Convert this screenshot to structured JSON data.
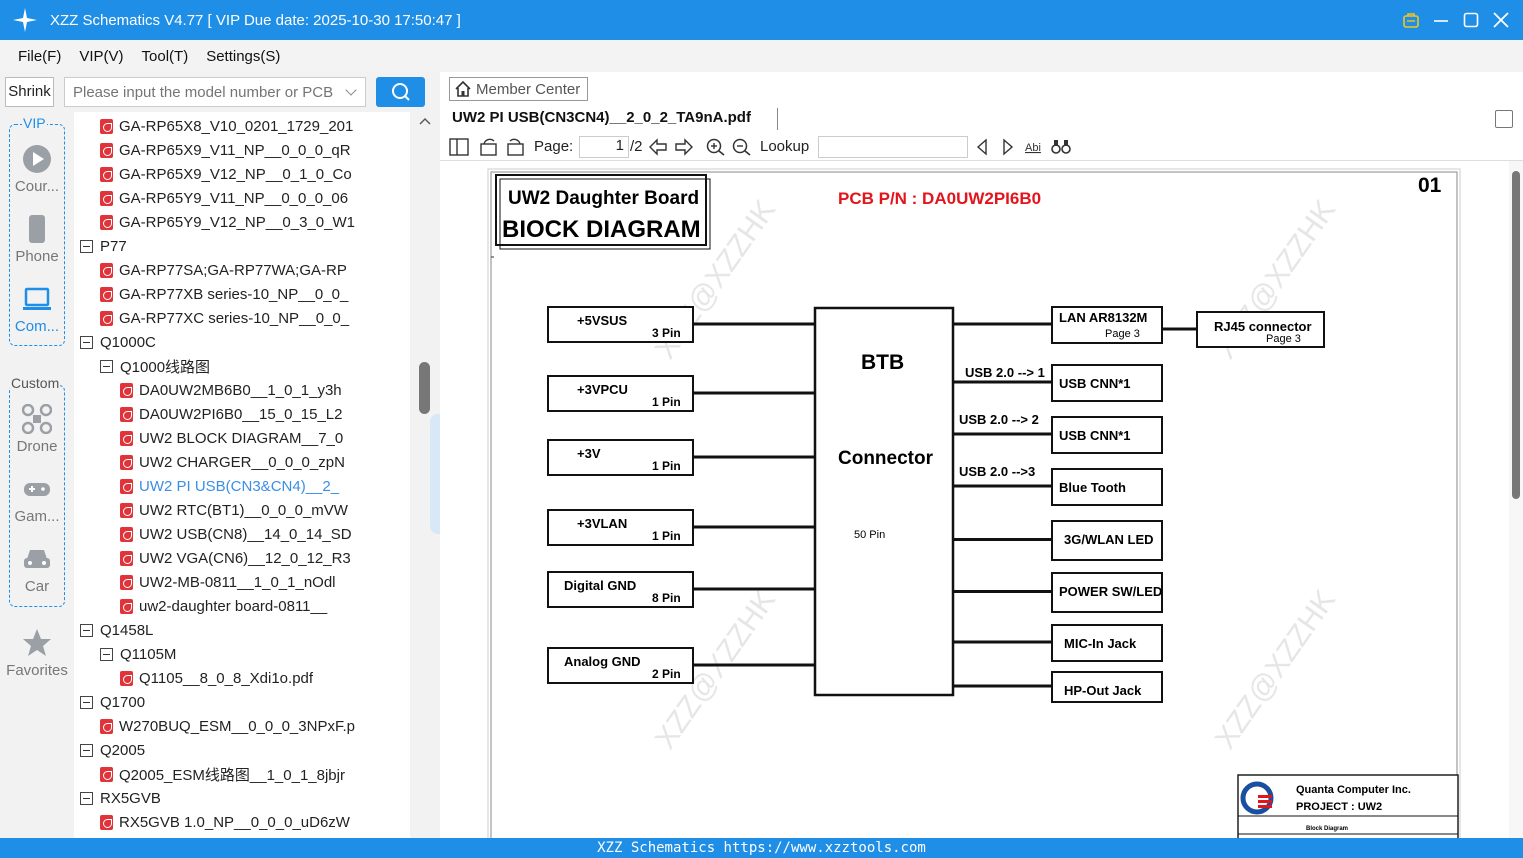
{
  "app": {
    "title": "XZZ Schematics V4.77 [ VIP Due date: 2025-10-30 17:50:47 ]",
    "accent_color": "#1e8ee6"
  },
  "menu": [
    "File(F)",
    "VIP(V)",
    "Tool(T)",
    "Settings(S)"
  ],
  "search": {
    "shrink_label": "Shrink",
    "placeholder": "Please input the model number or PCB"
  },
  "categories": {
    "vip_label": "VIP",
    "custom_label": "Custom",
    "items": [
      {
        "label": "Cour...",
        "icon": "play-icon"
      },
      {
        "label": "Phone",
        "icon": "phone-icon"
      },
      {
        "label": "Com...",
        "icon": "laptop-icon"
      },
      {
        "label": "Drone",
        "icon": "drone-icon"
      },
      {
        "label": "Gam...",
        "icon": "gamepad-icon"
      },
      {
        "label": "Car",
        "icon": "car-icon"
      },
      {
        "label": "Favorites",
        "icon": "star-icon"
      }
    ]
  },
  "tree": [
    {
      "type": "file",
      "level": 1,
      "label": "GA-RP65X8_V10_0201_1729_201"
    },
    {
      "type": "file",
      "level": 1,
      "label": "GA-RP65X9_V11_NP__0_0_0_qR"
    },
    {
      "type": "file",
      "level": 1,
      "label": "GA-RP65X9_V12_NP__0_1_0_Co"
    },
    {
      "type": "file",
      "level": 1,
      "label": "GA-RP65Y9_V11_NP__0_0_0_06"
    },
    {
      "type": "file",
      "level": 1,
      "label": "GA-RP65Y9_V12_NP__0_3_0_W1"
    },
    {
      "type": "folder",
      "level": 0,
      "label": "P77"
    },
    {
      "type": "file",
      "level": 1,
      "label": "GA-RP77SA;GA-RP77WA;GA-RP"
    },
    {
      "type": "file",
      "level": 1,
      "label": "GA-RP77XB series-10_NP__0_0_"
    },
    {
      "type": "file",
      "level": 1,
      "label": "GA-RP77XC series-10_NP__0_0_"
    },
    {
      "type": "folder",
      "level": 0,
      "label": "Q1000C"
    },
    {
      "type": "folder",
      "level": 1,
      "label": "Q1000线路图"
    },
    {
      "type": "file",
      "level": 2,
      "label": "DA0UW2MB6B0__1_0_1_y3h"
    },
    {
      "type": "file",
      "level": 2,
      "label": "DA0UW2PI6B0__15_0_15_L2"
    },
    {
      "type": "file",
      "level": 2,
      "label": "UW2 BLOCK DIAGRAM__7_0"
    },
    {
      "type": "file",
      "level": 2,
      "label": "UW2 CHARGER__0_0_0_zpN"
    },
    {
      "type": "file",
      "level": 2,
      "label": "UW2 PI USB(CN3&CN4)__2_",
      "selected": true
    },
    {
      "type": "file",
      "level": 2,
      "label": "UW2 RTC(BT1)__0_0_0_mVW"
    },
    {
      "type": "file",
      "level": 2,
      "label": "UW2 USB(CN8)__14_0_14_SD"
    },
    {
      "type": "file",
      "level": 2,
      "label": "UW2 VGA(CN6)__12_0_12_R3"
    },
    {
      "type": "file",
      "level": 2,
      "label": "UW2-MB-0811__1_0_1_nOdl"
    },
    {
      "type": "file",
      "level": 2,
      "label": "uw2-daughter board-0811__"
    },
    {
      "type": "folder",
      "level": 0,
      "label": "Q1458L"
    },
    {
      "type": "folder",
      "level": 1,
      "label": "Q1105M"
    },
    {
      "type": "file",
      "level": 2,
      "label": "Q1105__8_0_8_Xdi1o.pdf"
    },
    {
      "type": "folder",
      "level": 0,
      "label": "Q1700"
    },
    {
      "type": "file",
      "level": 1,
      "label": "W270BUQ_ESM__0_0_0_3NPxF.p"
    },
    {
      "type": "folder",
      "level": 0,
      "label": "Q2005"
    },
    {
      "type": "file",
      "level": 1,
      "label": "Q2005_ESM线路图__1_0_1_8jbjr"
    },
    {
      "type": "folder",
      "level": 0,
      "label": "RX5GVB"
    },
    {
      "type": "file",
      "level": 1,
      "label": "RX5GVB 1.0_NP__0_0_0_uD6zW"
    }
  ],
  "viewer": {
    "member_center": "Member Center",
    "doc_tab": "UW2 PI USB(CN3CN4)__2_0_2_TA9nA.pdf",
    "page_label": "Page:",
    "page_current": "1",
    "page_total": "/2",
    "lookup_label": "Lookup"
  },
  "schematic": {
    "title_line1": "UW2 Daughter Board",
    "title_line2": "BIOCK DIAGRAM",
    "pcb_pn": "PCB P/N : DA0UW2PI6B0",
    "sheet": "01",
    "btb_title": "BTB",
    "btb_sub": "Connector",
    "btb_pins": "50 Pin",
    "left_blocks": [
      {
        "name": "+5VSUS",
        "pins": "3 Pin"
      },
      {
        "name": "+3VPCU",
        "pins": "1 Pin"
      },
      {
        "name": "+3V",
        "pins": "1 Pin"
      },
      {
        "name": "+3VLAN",
        "pins": "1 Pin"
      },
      {
        "name": "Digital GND",
        "pins": "8 Pin"
      },
      {
        "name": "Analog GND",
        "pins": "2 Pin"
      }
    ],
    "right_blocks": [
      {
        "name": "LAN AR8132M",
        "page": "Page  3"
      },
      {
        "name": "USB CNN*1"
      },
      {
        "name": "USB CNN*1"
      },
      {
        "name": "Blue Tooth"
      },
      {
        "name": "3G/WLAN LED"
      },
      {
        "name": "POWER SW/LED"
      },
      {
        "name": "MIC-In Jack"
      },
      {
        "name": "HP-Out Jack"
      }
    ],
    "usb_labels": [
      "USB 2.0 --> 1",
      "USB 2.0 --> 2",
      "USB 2.0 -->3"
    ],
    "rj45": {
      "name": "RJ45 connector",
      "page": "Page  3"
    },
    "watermark": "XZZ@XZZHK",
    "company": "Quanta Computer Inc.",
    "project": "PROJECT : UW2",
    "doc_title": "Block Diagram"
  },
  "status_bar": "XZZ Schematics https://www.xzztools.com",
  "colors": {
    "pcb_text": "#e3141c",
    "selected_tree": "#3a8ee6"
  }
}
